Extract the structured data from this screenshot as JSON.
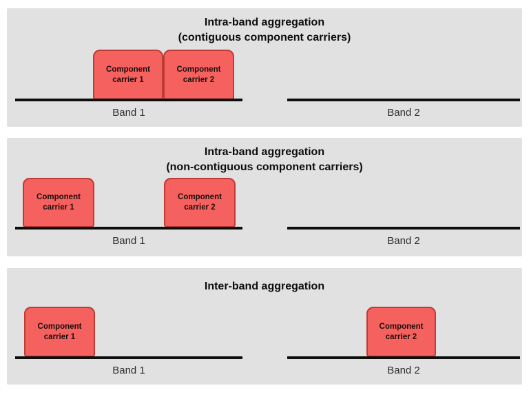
{
  "colors": {
    "panel_background": "#e1e1e1",
    "carrier_fill": "#f4615e",
    "carrier_border": "#bf3a33",
    "band_line": "#0e0e0e",
    "title_text": "#0d0d0d",
    "band_label_text": "#2e2e2e"
  },
  "panels": [
    {
      "title_line1": "Intra-band aggregation",
      "title_line2": "(contiguous component carriers)",
      "band1_label": "Band 1",
      "band2_label": "Band 2",
      "carriers": [
        {
          "line1": "Component",
          "line2": "carrier 1",
          "band": "Band 1"
        },
        {
          "line1": "Component",
          "line2": "carrier 2",
          "band": "Band 1"
        }
      ]
    },
    {
      "title_line1": "Intra-band aggregation",
      "title_line2": "(non-contiguous component carriers)",
      "band1_label": "Band 1",
      "band2_label": "Band 2",
      "carriers": [
        {
          "line1": "Component",
          "line2": "carrier 1",
          "band": "Band 1"
        },
        {
          "line1": "Component",
          "line2": "carrier 2",
          "band": "Band 1"
        }
      ]
    },
    {
      "title_line1": "Inter-band aggregation",
      "title_line2": "",
      "band1_label": "Band 1",
      "band2_label": "Band 2",
      "carriers": [
        {
          "line1": "Component",
          "line2": "carrier 1",
          "band": "Band 1"
        },
        {
          "line1": "Component",
          "line2": "carrier 2",
          "band": "Band 2"
        }
      ]
    }
  ]
}
